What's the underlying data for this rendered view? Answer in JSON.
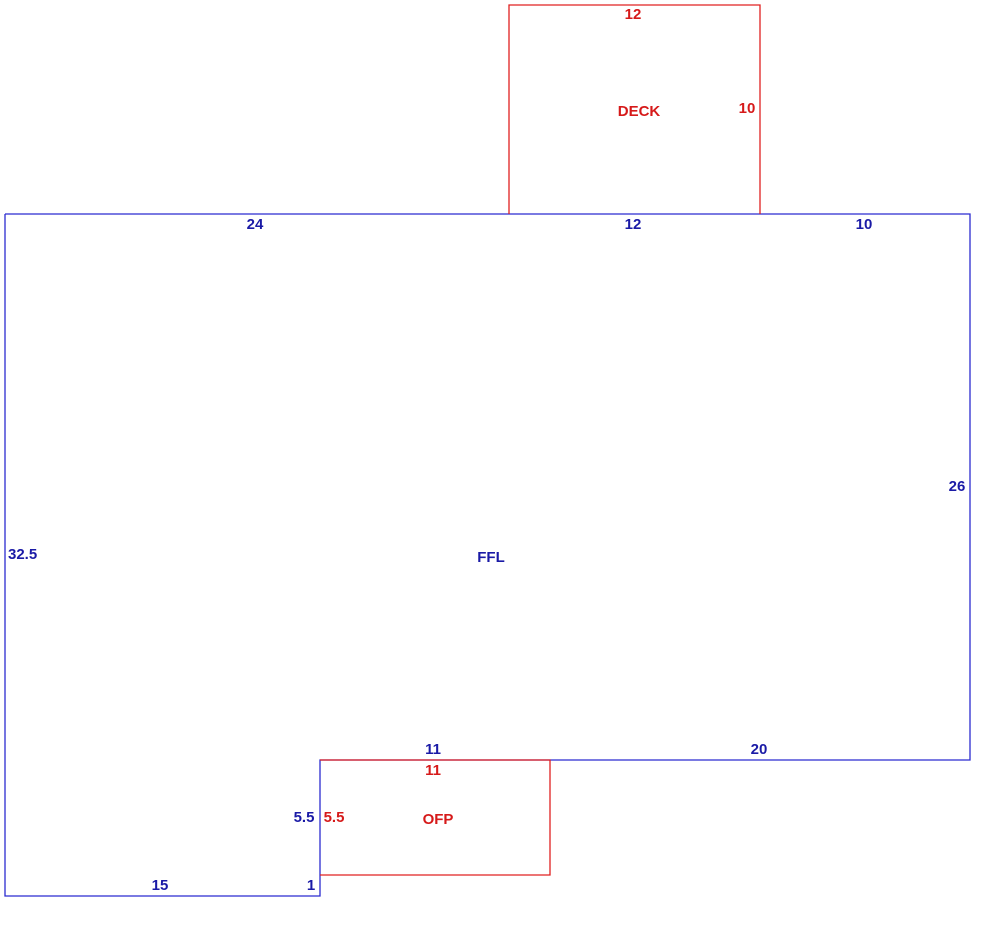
{
  "colors": {
    "main": "#1a1aa6",
    "addition": "#d61a1a"
  },
  "areas": {
    "ffl": {
      "label": "FFL",
      "dims": {
        "top_left": "24",
        "top_mid": "12",
        "top_right": "10",
        "right": "26",
        "left": "32.5",
        "step_upper": "11",
        "step_right": "20",
        "notch_side": "5.5",
        "bottom": "15",
        "notch_bottom": "1"
      }
    },
    "deck": {
      "label": "DECK",
      "dims": {
        "top": "12",
        "right": "10"
      }
    },
    "ofp": {
      "label": "OFP",
      "dims": {
        "top": "11",
        "side": "5.5"
      }
    }
  }
}
